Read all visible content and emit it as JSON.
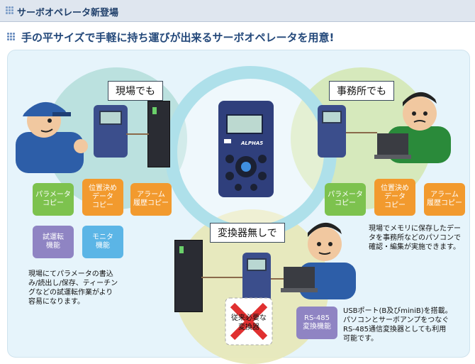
{
  "header": {
    "title": "サーボオペレータ新登場"
  },
  "subtitle": "手の平サイズで手軽に持ち運びが出来るサーボオペレータを用意!",
  "labels": {
    "field": "現場でも",
    "office": "事務所でも",
    "no_converter": "変換器無しで"
  },
  "device": {
    "brand": "ALPHA5"
  },
  "left_boxes": [
    {
      "text": "パラメータ\nコピー",
      "color": "#7dc24e"
    },
    {
      "text": "位置決め\nデータ\nコピー",
      "color": "#f29a2e"
    },
    {
      "text": "アラーム\n履歴コピー",
      "color": "#f29a2e"
    },
    {
      "text": "試運転\n機能",
      "color": "#8f84c3"
    },
    {
      "text": "モニタ\n機能",
      "color": "#5bb5e6"
    }
  ],
  "right_boxes": [
    {
      "text": "パラメータ\nコピー",
      "color": "#7dc24e"
    },
    {
      "text": "位置決め\nデータ\nコピー",
      "color": "#f29a2e"
    },
    {
      "text": "アラーム\n履歴コピー",
      "color": "#f29a2e"
    }
  ],
  "notes": {
    "left": "現場にてパラメータの書込\nみ/読出し/保存、ティーチン\nグなどの試運転作業がより\n容易になります。",
    "right": "現場でメモリに保存したデー\nタを事務所などのパソコンで\n確認・編集が実施できます。",
    "bottom": "USBポート(B及びminiB)を搭載。\nパソコンとサーボアンプをつなぐ\nRS-485通信変換器としても利用\n可能です。"
  },
  "rs485_box": {
    "text": "RS-485\n変換機能",
    "color": "#8f84c3"
  },
  "converter_crossed": "従来必要な\n変換器",
  "colors": {
    "header_bg": "#dfe6ef",
    "panel_bg": "#e6f4fb",
    "title": "#23487a"
  }
}
